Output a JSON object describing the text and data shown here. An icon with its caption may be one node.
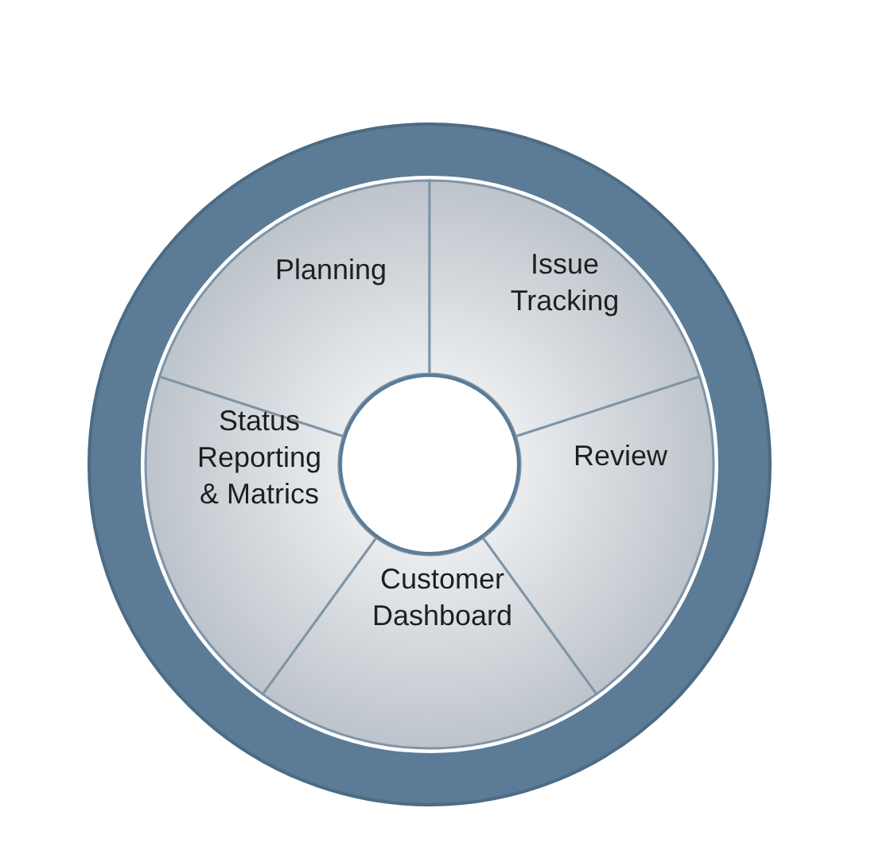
{
  "diagram": {
    "nodes": [
      {
        "text": [],
        "shape": "circle"
      },
      {
        "text": [
          "Planning"
        ],
        "in": 0
      },
      {
        "text": [
          "Issue Tracking"
        ],
        "in": 0
      },
      {
        "text": [
          "Review"
        ],
        "in": 0
      },
      {
        "text": [
          "Customer Dashboard"
        ],
        "in": 0
      },
      {
        "text": [
          "Status Reporting & Matrics"
        ],
        "in": 0
      },
      {
        "text": [],
        "shape": "circle",
        "in": 0
      }
    ]
  }
}
